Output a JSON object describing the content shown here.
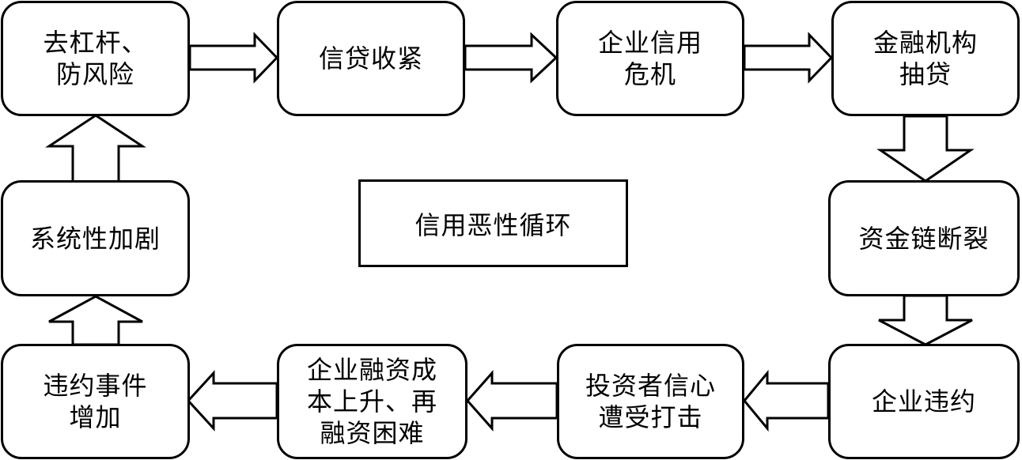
{
  "center_label": "信用恶性循环",
  "nodes": {
    "deleverage": "去杠杆、\n防风险",
    "credit_tightening": "信贷收紧",
    "corporate_credit_crisis": "企业信用\n危机",
    "financial_withdraw": "金融机构\n抽贷",
    "capital_chain_break": "资金链断裂",
    "corporate_default": "企业违约",
    "investor_confidence": "投资者信心\n遭受打击",
    "financing_cost": "企业融资成\n本上升、再\n融资困难",
    "default_increase": "违约事件\n增加",
    "systemic_risk": "系统性加剧"
  }
}
